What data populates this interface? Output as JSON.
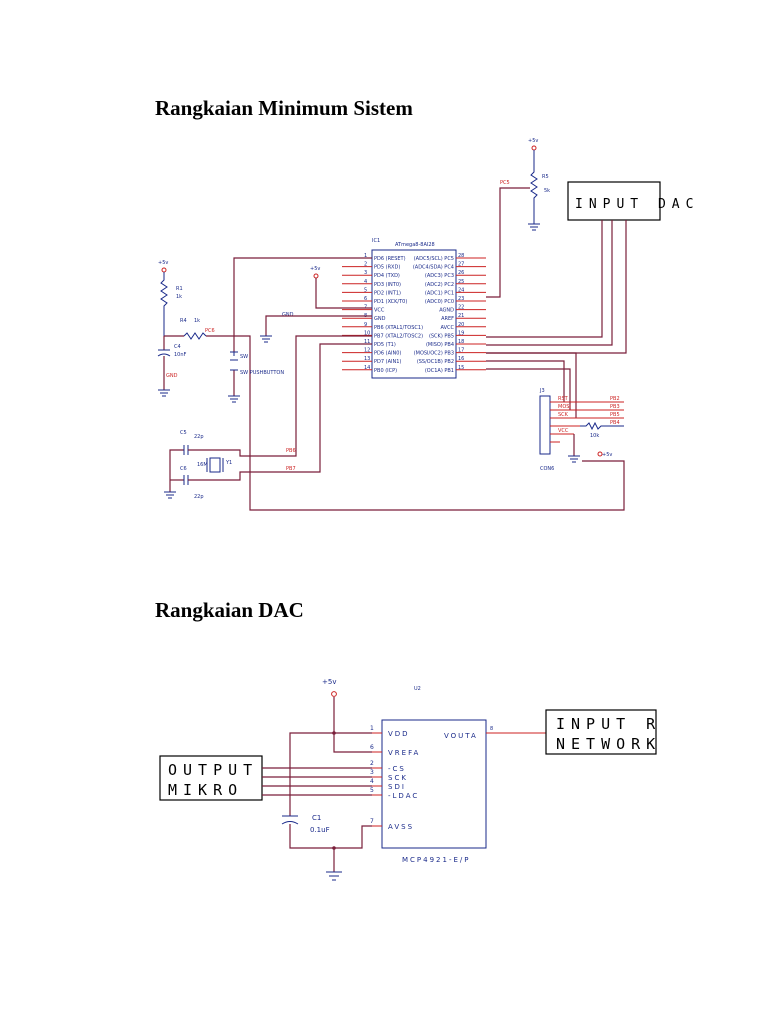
{
  "headings": {
    "min_system": "Rangkaian Minimum Sistem",
    "dac": "Rangkaian DAC"
  },
  "min_system": {
    "box_label": "INPUT DAC",
    "ic_ref": "IC1",
    "ic_part": "ATmega8-8AI28",
    "supply_label": "+5v",
    "r1_ref": "R1",
    "r1_val": "1k",
    "r4_ref": "R4",
    "r4_val": "1k",
    "c4_ref": "C4",
    "c4_val": "10nF",
    "gnd_label": "GND",
    "sw_ref": "SW",
    "sw_name": "SW PUSHBUTTON",
    "c5_ref": "C5",
    "c5_val": "22p",
    "c6_ref": "C6",
    "c6_val": "22p",
    "xtal_ref": "Y1",
    "xtal_val": "16M",
    "r5_ref": "R5",
    "r5_val": "5k",
    "conn_ref": "J3",
    "conn_name": "CON6",
    "vcc_label": "VCC",
    "left_pins": [
      "PD6 (RESET) ",
      "PD5 (RXD)",
      "PD4 (TXD)",
      "PD3 (INT0)",
      "PD2 (INT1)",
      "PD1 (XCK/T0)",
      "VCC",
      "GND",
      "PB6 (XTAL1/TOSC1)",
      "PB7 (XTAL2/TOSC2)",
      "PD5 (T1)",
      "PD6 (AIN0)",
      "PD7 (AIN1)",
      "PB0 (ICP)"
    ],
    "right_pins": [
      "(ADC5/SCL) PC5",
      "(ADC4/SDA) PC4",
      "(ADC3) PC3",
      "(ADC2) PC2",
      "(ADC1) PC1",
      "(ADC0) PC0",
      "AGND",
      "AREF",
      "AVCC",
      "(SCK) PB5",
      "(MISO) PB4",
      "(MOSI/OC2) PB3",
      "(SS/OC1B) PB2",
      "(OC1A) PB1"
    ]
  },
  "dac": {
    "chip_ref": "U2",
    "chip_part": "MCP4921-E/P",
    "supply_label": "+5v",
    "left_box": [
      "OUTPUT",
      "MIKRO"
    ],
    "right_box": [
      "INPUT R",
      "NETWORK"
    ],
    "cap_ref": "C1",
    "cap_val": "0.1uF",
    "pins": [
      {
        "num": "1",
        "name": "VDD"
      },
      {
        "num": "6",
        "name": "VREFA"
      },
      {
        "num": "2",
        "name": "-CS"
      },
      {
        "num": "3",
        "name": "SCK"
      },
      {
        "num": "4",
        "name": "SDI"
      },
      {
        "num": "5",
        "name": "-LDAC"
      },
      {
        "num": "7",
        "name": "AVSS"
      }
    ],
    "out_pin": {
      "num": "8",
      "name": "VOUTA"
    }
  }
}
